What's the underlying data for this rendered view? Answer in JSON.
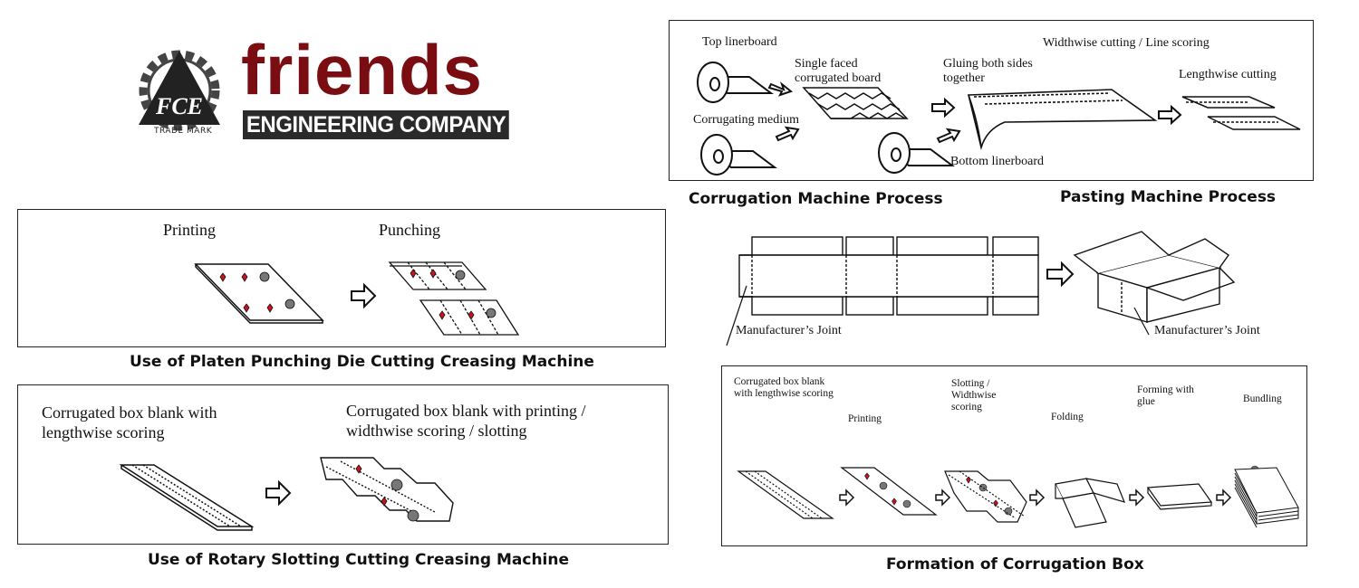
{
  "logo": {
    "monogram": "FCE",
    "trademark": "TRADE MARK",
    "name": "friends",
    "subtitle": "ENGINEERING COMPANY",
    "brand_color": "#7a0d12"
  },
  "corrugation": {
    "top_linerboard": "Top linerboard",
    "single_faced": "Single faced corrugated board",
    "corrugating_medium": "Corrugating medium",
    "gluing": "Gluing both sides together",
    "widthwise": "Widthwise cutting / Line scoring",
    "lengthwise": "Lengthwise cutting",
    "bottom_linerboard": "Bottom linerboard",
    "caption_corrugation": "Corrugation Machine Process",
    "caption_pasting": "Pasting Machine Process"
  },
  "platen": {
    "printing": "Printing",
    "punching": "Punching",
    "caption": "Use of Platen Punching Die Cutting Creasing Machine"
  },
  "rotary": {
    "blank_label": "Corrugated box blank with lengthwise scoring",
    "printed_label": "Corrugated box blank with printing / widthwise scoring / slotting",
    "caption": "Use of Rotary Slotting Cutting Creasing Machine"
  },
  "box": {
    "joint_left": "Manufacturer’s Joint",
    "joint_right": "Manufacturer’s Joint"
  },
  "formation": {
    "steps": [
      "Corrugated box blank with lengthwise scoring",
      "Printing",
      "Slotting / Widthwise scoring",
      "Folding",
      "Forming with glue",
      "Bundling"
    ],
    "caption": "Formation of Corrugation Box"
  },
  "colors": {
    "print_mark": "#c8141c",
    "slot_mark": "#777777"
  }
}
